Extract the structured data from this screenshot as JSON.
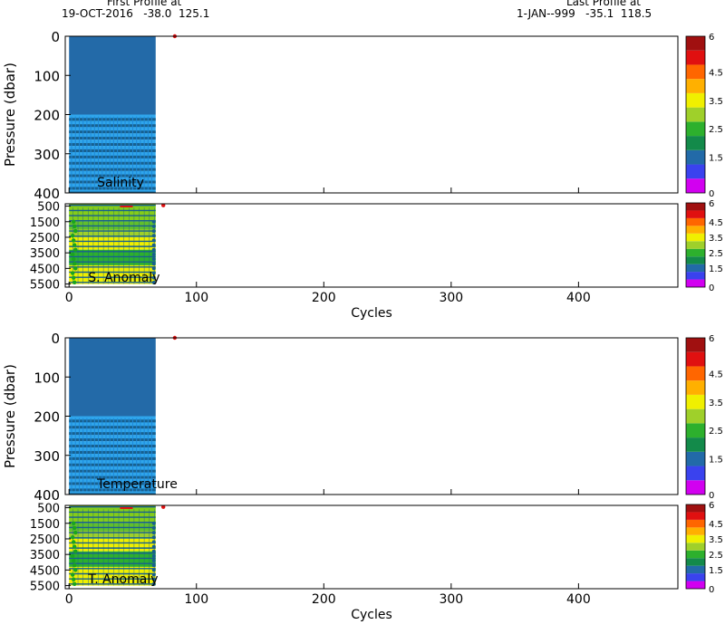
{
  "header": {
    "first_title": "First Profile at",
    "first_info": "19-OCT-2016   -38.0  125.1",
    "last_title": "Last Profile at",
    "last_info": "1-JAN--999   -35.1  118.5"
  },
  "colors": {
    "background_fill": "#236aa8",
    "light_band": "#2fa6ec",
    "mid_band": "#1e88d8",
    "dark_band": "#17608f",
    "green_dot": "#1aa51e",
    "marker": "#e01010"
  },
  "colorbar": {
    "colors": [
      "#d200f0",
      "#3a42ee",
      "#226aa8",
      "#138a4a",
      "#2db02d",
      "#9fd02a",
      "#f0f000",
      "#ffb000",
      "#ff6600",
      "#e01010",
      "#a01010"
    ],
    "labels": [
      "0",
      "1.5",
      "2.5",
      "3.5",
      "4.5",
      "6"
    ]
  },
  "chart_data": [
    {
      "type": "heatmap",
      "title": "Salinity",
      "ylabel": "Pressure (dbar)",
      "xlabel": "",
      "ylim": [
        400,
        0
      ],
      "xlim": [
        -3,
        478
      ],
      "xticks": [
        0,
        100,
        200,
        300,
        400
      ],
      "yticks": [
        "0",
        "100",
        "200",
        "300",
        "400"
      ],
      "data_x_range": [
        0,
        68
      ],
      "marker": {
        "x": 83,
        "y": 0
      }
    },
    {
      "type": "heatmap",
      "title": "S. Anomaly",
      "ylabel": "",
      "xlabel": "Cycles",
      "ylim": [
        5700,
        350
      ],
      "xlim": [
        -3,
        478
      ],
      "xticks": [
        0,
        100,
        200,
        300,
        400
      ],
      "yticks": [
        "500",
        "1500",
        "2500",
        "3500",
        "4500",
        "5500"
      ],
      "data_x_range": [
        0,
        68
      ],
      "marker": {
        "x": 74,
        "y": 450
      }
    },
    {
      "type": "heatmap",
      "title": "Temperature",
      "ylabel": "Pressure (dbar)",
      "xlabel": "",
      "ylim": [
        400,
        0
      ],
      "xlim": [
        -3,
        478
      ],
      "xticks": [
        0,
        100,
        200,
        300,
        400
      ],
      "yticks": [
        "0",
        "100",
        "200",
        "300",
        "400"
      ],
      "data_x_range": [
        0,
        68
      ],
      "marker": {
        "x": 83,
        "y": 0
      }
    },
    {
      "type": "heatmap",
      "title": "T. Anomaly",
      "ylabel": "",
      "xlabel": "Cycles",
      "ylim": [
        5700,
        350
      ],
      "xlim": [
        -3,
        478
      ],
      "xticks": [
        0,
        100,
        200,
        300,
        400
      ],
      "yticks": [
        "500",
        "1500",
        "2500",
        "3500",
        "4500",
        "5500"
      ],
      "data_x_range": [
        0,
        68
      ],
      "marker": {
        "x": 74,
        "y": 450
      }
    }
  ]
}
